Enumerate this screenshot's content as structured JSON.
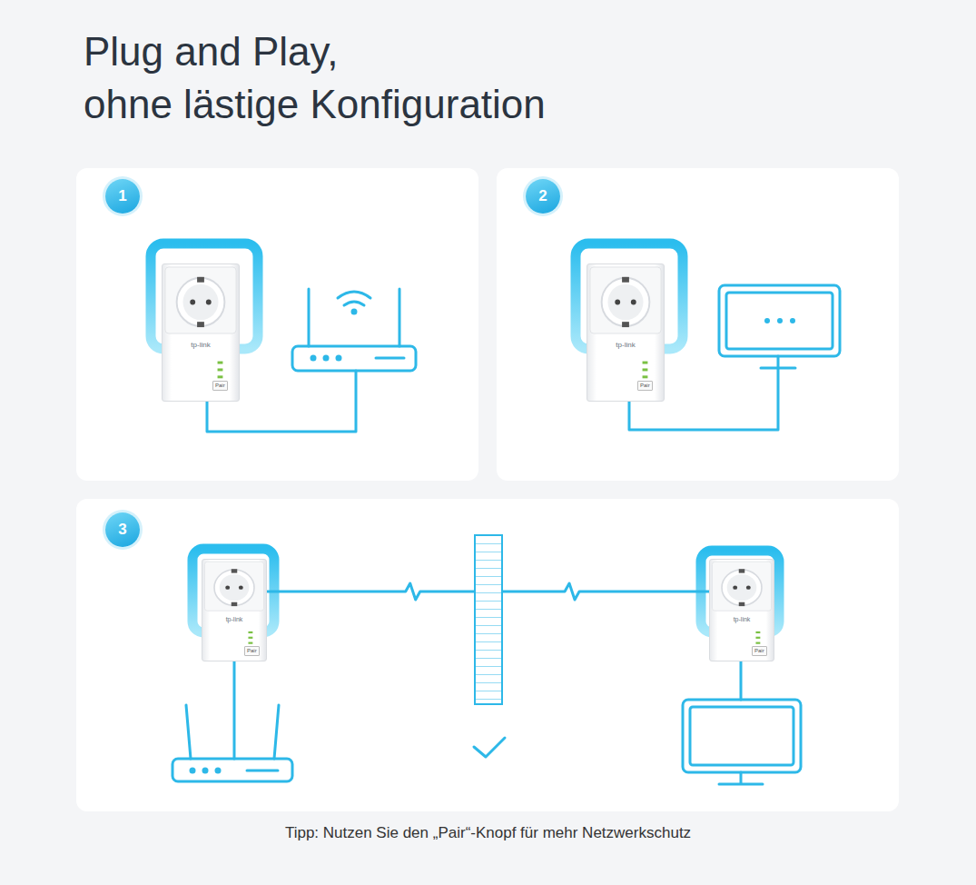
{
  "diagram": {
    "title": "Plug and Play, ohne lästige Konfiguration",
    "caption": "Tipp: Nutzen Sie den „Pair“-Knopf für mehr Netzwerkschutz",
    "nodes": [
      {
        "text": [
          "1"
        ]
      },
      {
        "text": [
          "tp-link",
          "Pair"
        ]
      },
      {
        "text": [
          "2"
        ]
      },
      {
        "text": [
          "tp-link",
          "Pair"
        ]
      },
      {
        "text": [
          "3"
        ]
      },
      {
        "text": [
          "tp-link",
          "Pair"
        ]
      },
      {
        "text": [
          "tp-link",
          "Pair"
        ]
      }
    ],
    "edges": [
      {
        "from": 5,
        "to": 6,
        "arrow": "none"
      }
    ]
  }
}
